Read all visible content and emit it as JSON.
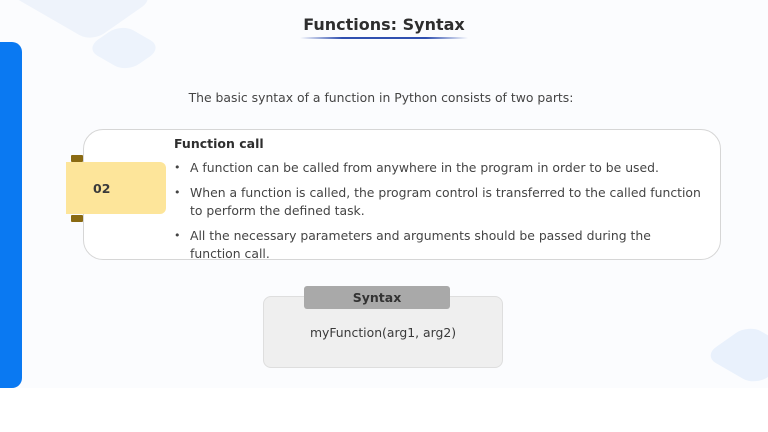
{
  "slide": {
    "title": "Functions: Syntax",
    "intro": "The basic syntax of a function in Python consists of two parts:"
  },
  "card": {
    "number": "02",
    "heading": "Function call",
    "bullets": [
      "A function can be called from anywhere in the program in order to be used.",
      "When a function is called, the program control is transferred to the called function to perform the defined task.",
      "All the necessary parameters and arguments should be passed during the function call."
    ]
  },
  "syntax": {
    "label": "Syntax",
    "code": "myFunction(arg1, arg2)"
  },
  "colors": {
    "accent_bar": "#0a79f2",
    "number_tab": "#fde59a",
    "tab_pin": "#8a6a12",
    "title_underline": "#2f4fb0",
    "syntax_label_bg": "#a9a9a9",
    "syntax_box_bg": "#efefef"
  }
}
